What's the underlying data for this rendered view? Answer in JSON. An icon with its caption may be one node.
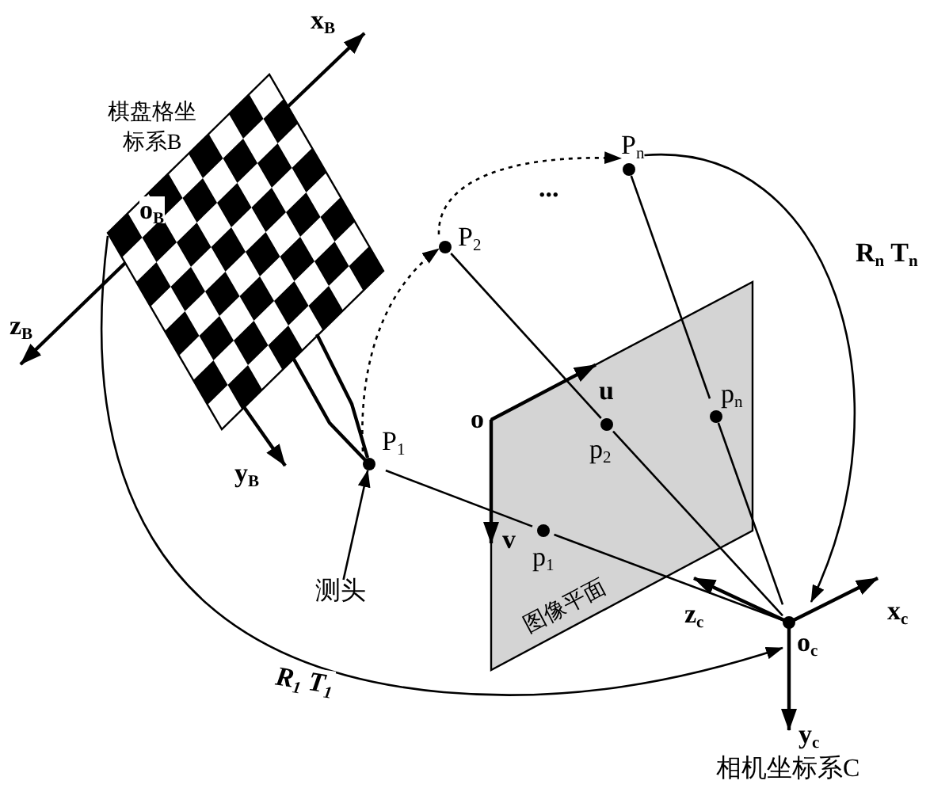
{
  "diagram": {
    "nodes": [
      {
        "text": [
          "棋盘格坐标系B"
        ]
      },
      {
        "text": [
          "P$_{1}$"
        ]
      },
      {
        "text": [
          "P$_{2}$"
        ]
      },
      {
        "text": [
          "P$_{n}$"
        ]
      },
      {
        "text": [
          "测头"
        ]
      },
      {
        "text": [
          "图像平面"
        ]
      },
      {
        "text": [
          "p$_{1}$"
        ],
        "in": 5
      },
      {
        "text": [
          "p$_{2}$"
        ],
        "in": 5
      },
      {
        "text": [
          "p$_{n}$"
        ],
        "in": 5
      },
      {
        "text": [
          "o$_{c}$"
        ]
      }
    ],
    "edges": [
      {
        "from": 1,
        "to": 2,
        "arrow": "to",
        "style": "dashed"
      },
      {
        "from": 2,
        "to": 3,
        "arrow": "to",
        "style": "dashed"
      },
      {
        "from": 4,
        "to": 1,
        "arrow": "to"
      },
      {
        "from": 1,
        "to": 6,
        "arrow": "none"
      },
      {
        "from": 6,
        "to": 9,
        "arrow": "none"
      },
      {
        "from": 2,
        "to": 7,
        "arrow": "none"
      },
      {
        "from": 7,
        "to": 9,
        "arrow": "none"
      },
      {
        "from": 3,
        "to": 8,
        "arrow": "none"
      },
      {
        "from": 8,
        "to": 9,
        "arrow": "none"
      },
      {
        "from": 0,
        "to": 9,
        "arrow": "to",
        "label": "R$_{1}$ T$_{1}$"
      },
      {
        "from": 3,
        "to": 9,
        "arrow": "to",
        "label": "R$_{n}$ T$_{n}$"
      }
    ],
    "labels": [
      "x$_{B}$",
      "...",
      "o$_{B}$",
      "z$_{B}$",
      "o",
      "u",
      "y$_{B}$",
      "v",
      "z$_{c}$",
      "x$_{c}$",
      "y$_{c}$",
      "相机坐标系C"
    ]
  }
}
